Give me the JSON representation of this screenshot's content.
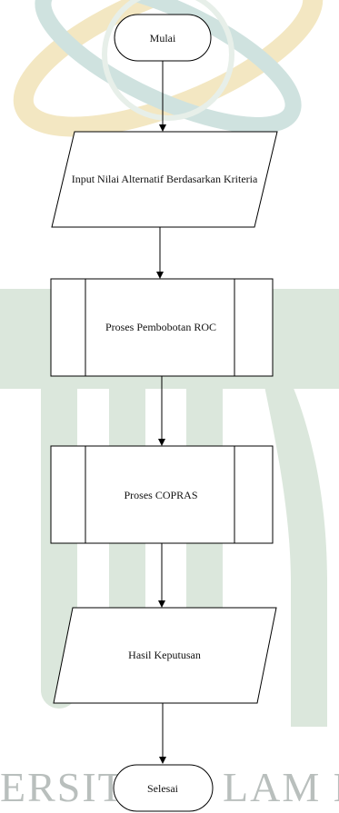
{
  "flowchart": {
    "start": "Mulai",
    "input": "Input Nilai Alternatif Berdasarkan Kriteria",
    "process_roc": "Proses Pembobotan ROC",
    "process_copras": "Proses COPRAS",
    "output": "Hasil Keputusan",
    "end": "Selesai"
  },
  "watermark": {
    "text_left": "ERSIT",
    "text_right": "LAM N",
    "colors": {
      "green": "#dbe7dc",
      "gold": "#f3e7c2",
      "teal": "#cfe2df"
    }
  },
  "colors": {
    "stroke": "#000000",
    "fill": "#ffffff",
    "text": "#111111"
  }
}
